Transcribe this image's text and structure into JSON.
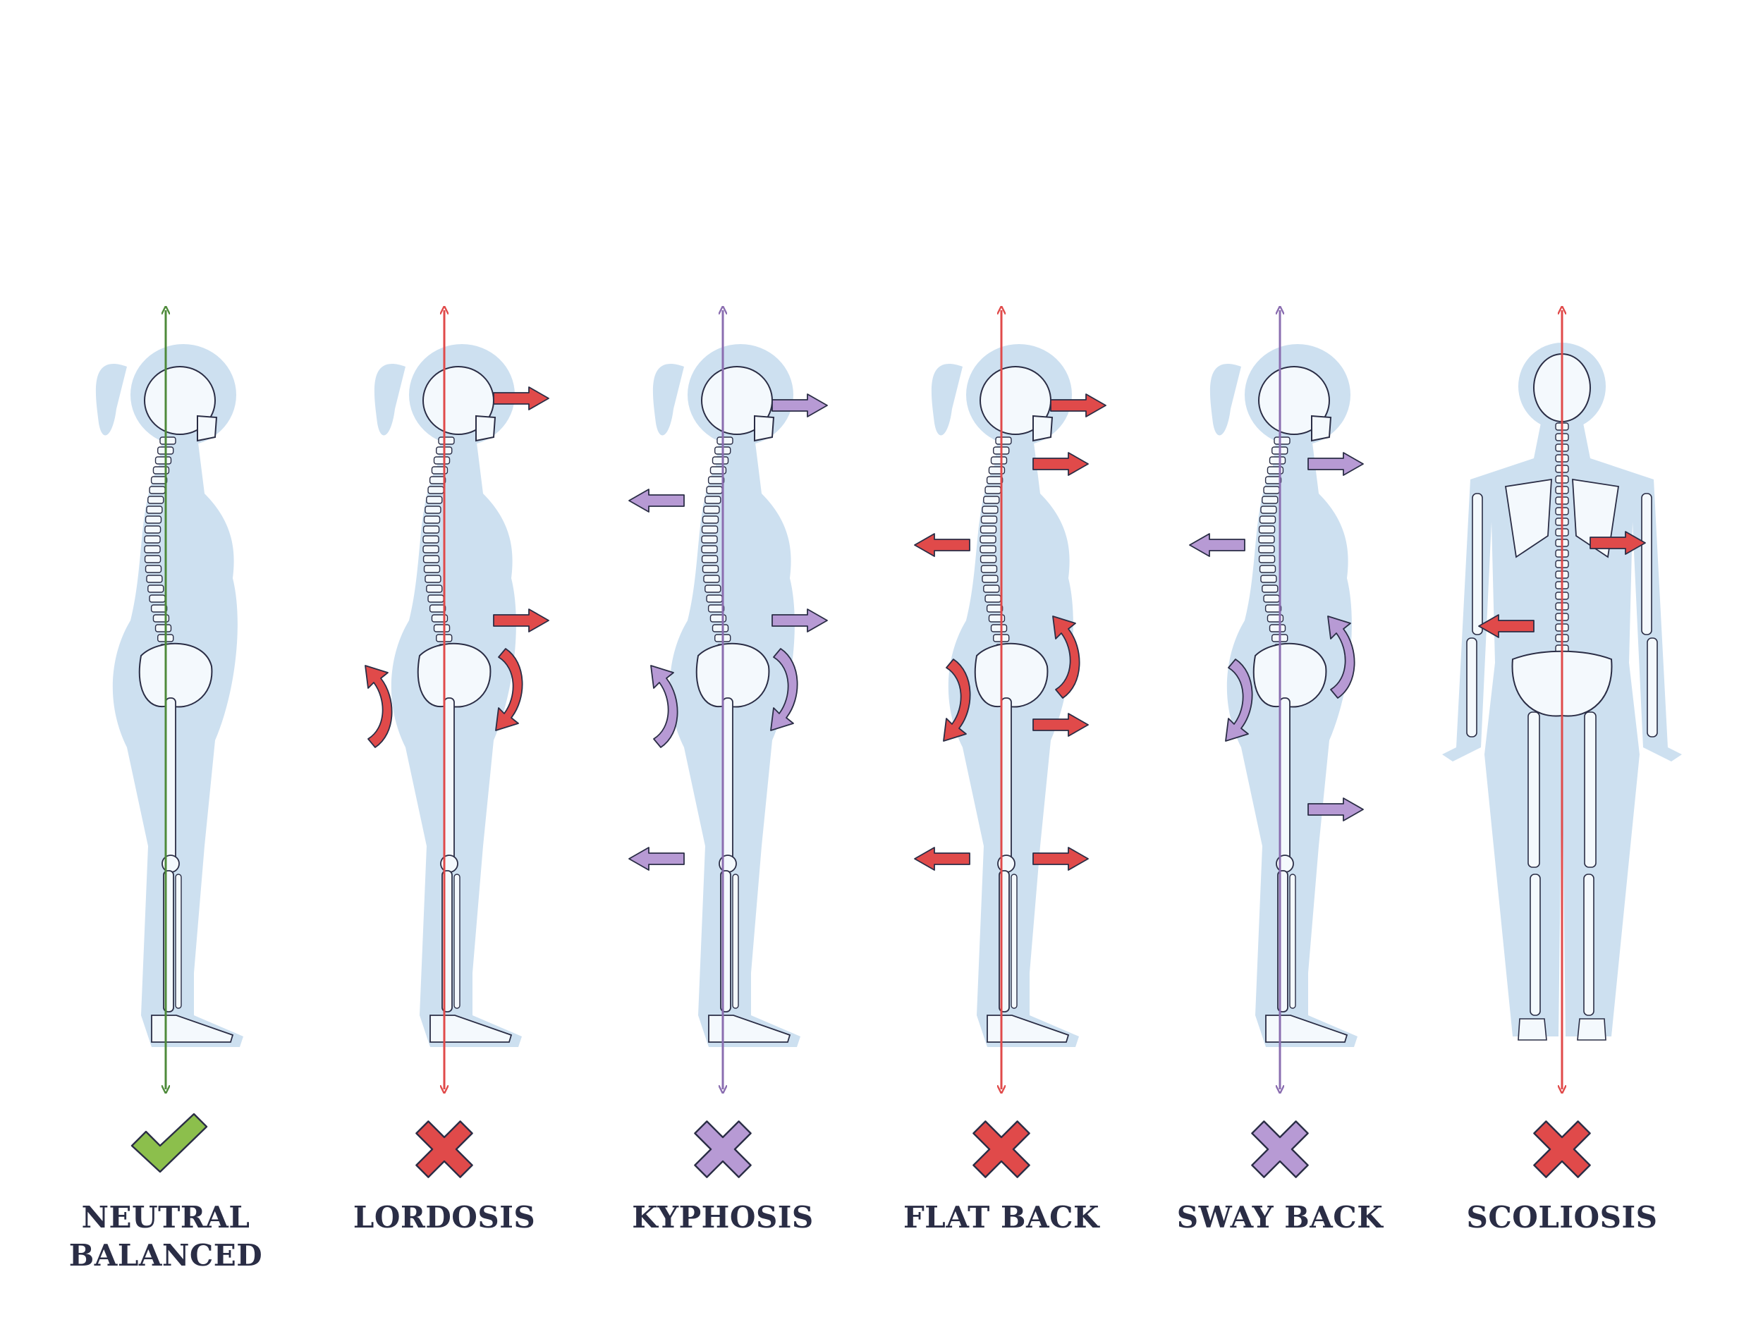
{
  "colors": {
    "background": "#ffffff",
    "silhouette": "#cde0f0",
    "skeleton": "#f4f9fd",
    "outline": "#2a2d45",
    "neutral_green": "#8cbf4c",
    "line_green": "#4e8a3a",
    "issue_red": "#e04a4a",
    "issue_purple": "#b79ad4",
    "label": "#2a2d45"
  },
  "postures": [
    {
      "label_lines": [
        "NEUTRAL",
        "BALANCED"
      ],
      "status": "check",
      "accent": "green",
      "view": "side",
      "arrow_icons": []
    },
    {
      "label_lines": [
        "LORDOSIS"
      ],
      "status": "cross",
      "accent": "red",
      "view": "side",
      "arrow_icons": [
        "head-forward-arrow-icon",
        "belly-forward-arrow-icon",
        "pelvis-tilt-arrow-icon",
        "hip-tilt-arrow-icon"
      ]
    },
    {
      "label_lines": [
        "KYPHOSIS"
      ],
      "status": "cross",
      "accent": "purple",
      "view": "side",
      "arrow_icons": [
        "head-forward-arrow-icon",
        "upper-back-arrow-icon",
        "belly-forward-arrow-icon",
        "pelvis-tilt-arrow-icon",
        "hip-tilt-arrow-icon",
        "knee-back-arrow-icon"
      ]
    },
    {
      "label_lines": [
        "FLAT BACK"
      ],
      "status": "cross",
      "accent": "red",
      "view": "side",
      "arrow_icons": [
        "head-forward-arrow-icon",
        "neck-forward-arrow-icon",
        "upper-back-arrow-icon",
        "pelvis-tilt-arrow-icon",
        "hip-tilt-arrow-icon",
        "hip-forward-arrow-icon",
        "knee-back-arrow-icon",
        "knee-forward-arrow-icon"
      ]
    },
    {
      "label_lines": [
        "SWAY BACK"
      ],
      "status": "cross",
      "accent": "purple",
      "view": "side",
      "arrow_icons": [
        "neck-forward-arrow-icon",
        "upper-back-arrow-icon",
        "hip-tilt-arrow-icon",
        "pelvis-tilt-arrow-icon",
        "thigh-forward-arrow-icon"
      ]
    },
    {
      "label_lines": [
        "SCOLIOSIS"
      ],
      "status": "cross",
      "accent": "red",
      "view": "back",
      "arrow_icons": [
        "rib-shift-arrow-icon",
        "lumbar-shift-arrow-icon"
      ]
    }
  ]
}
